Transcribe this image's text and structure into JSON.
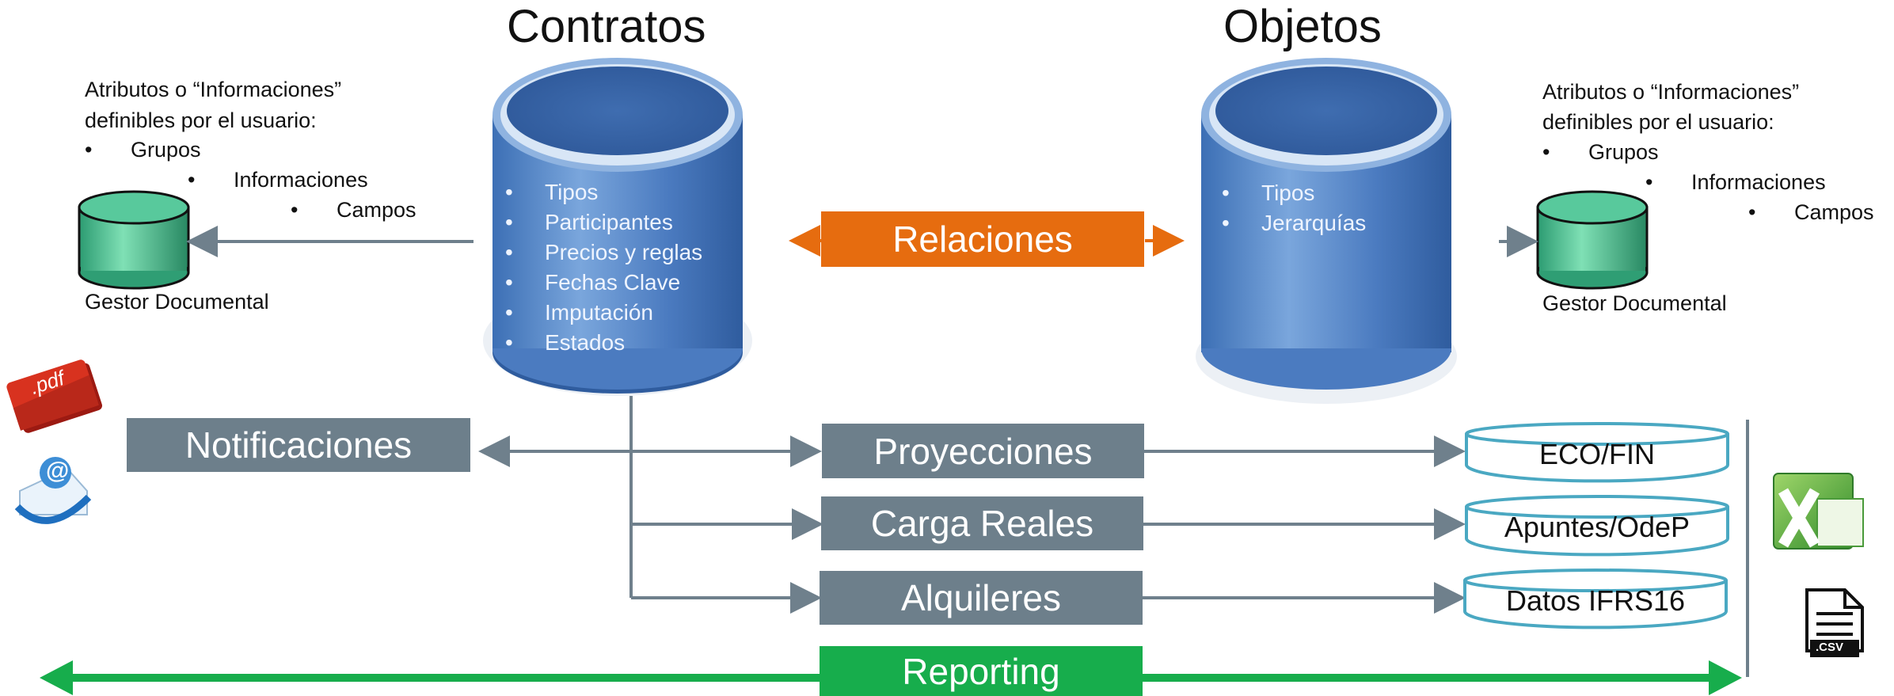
{
  "titles": {
    "contratos": "Contratos",
    "objetos": "Objetos"
  },
  "contratos_items": [
    "Tipos",
    "Participantes",
    "Precios y reglas",
    "Fechas Clave",
    "Imputación",
    "Estados"
  ],
  "objetos_items": [
    "Tipos",
    "Jerarquías"
  ],
  "notes_left": {
    "line1": "Atributos o “Informaciones”",
    "line2": "definibles por el usuario:",
    "level1": "Grupos",
    "level2": "Informaciones",
    "level3": "Campos",
    "caption": "Gestor Documental"
  },
  "notes_right": {
    "line1": "Atributos o “Informaciones”",
    "line2": "definibles por el usuario:",
    "level1": "Grupos",
    "level2": "Informaciones",
    "level3": "Campos",
    "caption": "Gestor Documental"
  },
  "boxes": {
    "relaciones": "Relaciones",
    "notificaciones": "Notificaciones",
    "proyecciones": "Proyecciones",
    "carga_reales": "Carga Reales",
    "alquileres": "Alquileres",
    "reporting": "Reporting"
  },
  "targets": {
    "eco_fin": "ECO/FIN",
    "apuntes": "Apuntes/OdeP",
    "ifrs16": "Datos IFRS16"
  },
  "icons": {
    "pdf_label": ".pdf",
    "csv_label": ".CSV",
    "email_symbol": "@"
  },
  "colors": {
    "grey_box": "#6d7f8b",
    "orange": "#e66c0f",
    "green": "#17ad4c",
    "db_blue": "#3a6aad",
    "cyl_teal": "#4aa8c2",
    "doc_green": "#3fbf8a"
  }
}
